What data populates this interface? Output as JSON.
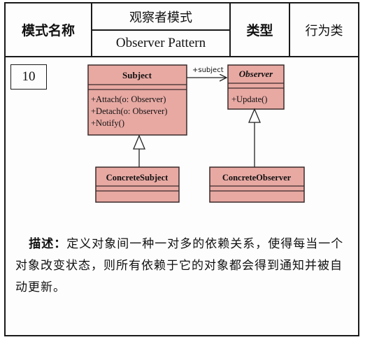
{
  "header": {
    "name_label": "模式名称",
    "name_cn": "观察者模式",
    "name_en": "Observer Pattern",
    "type_label": "类型",
    "type_value": "行为类"
  },
  "number": "10",
  "diagram": {
    "subject": {
      "title": "Subject",
      "methods": [
        "+Attach(o: Observer)",
        "+Detach(o: Observer)",
        "+Notify()"
      ]
    },
    "observer": {
      "title": "Observer",
      "methods": [
        "+Update()"
      ]
    },
    "concrete_subject": {
      "title": "ConcreteSubject"
    },
    "concrete_observer": {
      "title": "ConcreteObserver"
    },
    "association_label": "+subject",
    "colors": {
      "class_fill": "#e8a9a3",
      "class_border": "#3a2a2a",
      "line": "#222222"
    }
  },
  "description": {
    "label": "描述：",
    "text": "定义对象间一种一对多的依赖关系，使得每当一个对象改变状态，则所有依赖于它的对象都会得到通知并被自动更新。"
  }
}
